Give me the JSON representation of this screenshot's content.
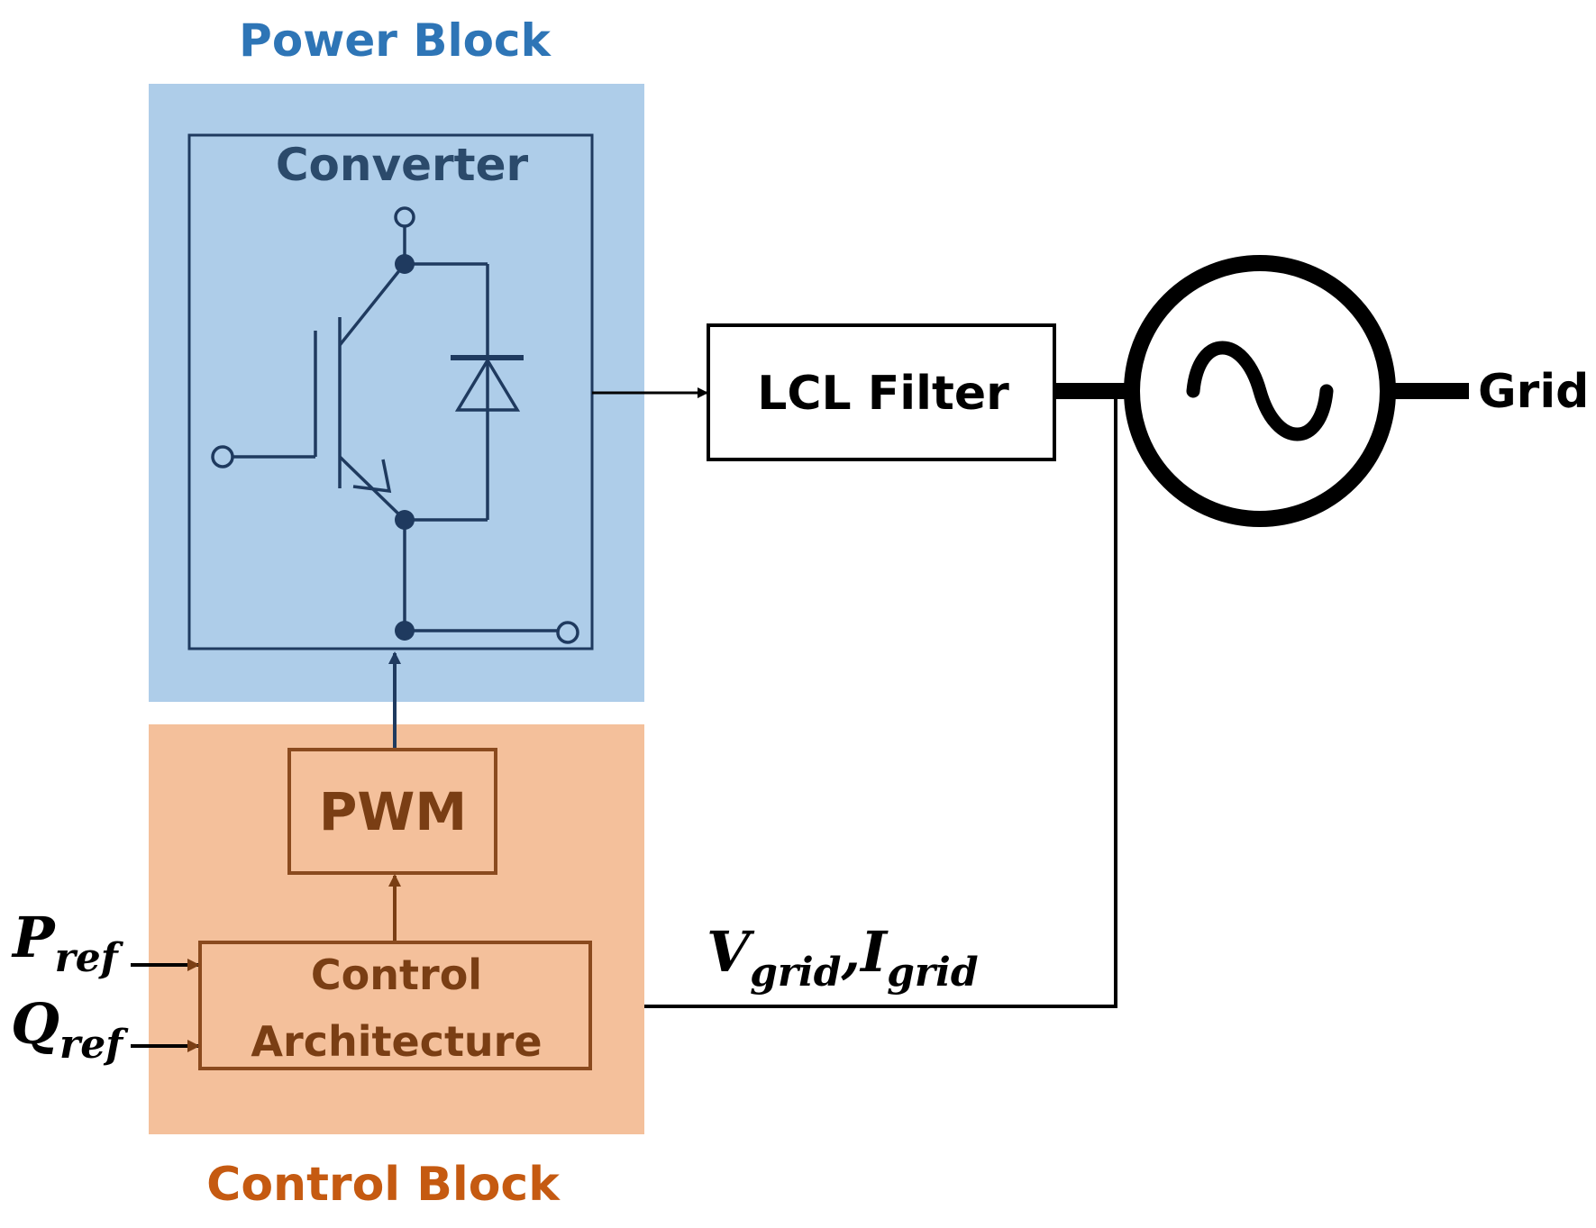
{
  "diagram": {
    "power_block": {
      "title": "Power Block",
      "converter_label": "Converter",
      "colors": {
        "fill": "#aecde9",
        "border": "#1f3a5f",
        "title": "#2e75b6",
        "label": "#2b4a6b",
        "circuit": "#1f3a5f"
      }
    },
    "control_block": {
      "title": "Control Block",
      "pwm_label": "PWM",
      "control_label_line1": "Control",
      "control_label_line2": "Architecture",
      "colors": {
        "fill": "#f4c09b",
        "border": "#8a4a1e",
        "title": "#c55a11",
        "label": "#7a3e14"
      }
    },
    "lcl_filter": {
      "label": "LCL Filter"
    },
    "grid": {
      "label": "Grid"
    },
    "inputs": {
      "p_ref": {
        "main": "P",
        "sub": "ref"
      },
      "q_ref": {
        "main": "Q",
        "sub": "ref"
      }
    },
    "feedback": {
      "v_main": "V",
      "v_sub": "grid",
      "separator": ",",
      "i_main": "I",
      "i_sub": "grid"
    }
  }
}
